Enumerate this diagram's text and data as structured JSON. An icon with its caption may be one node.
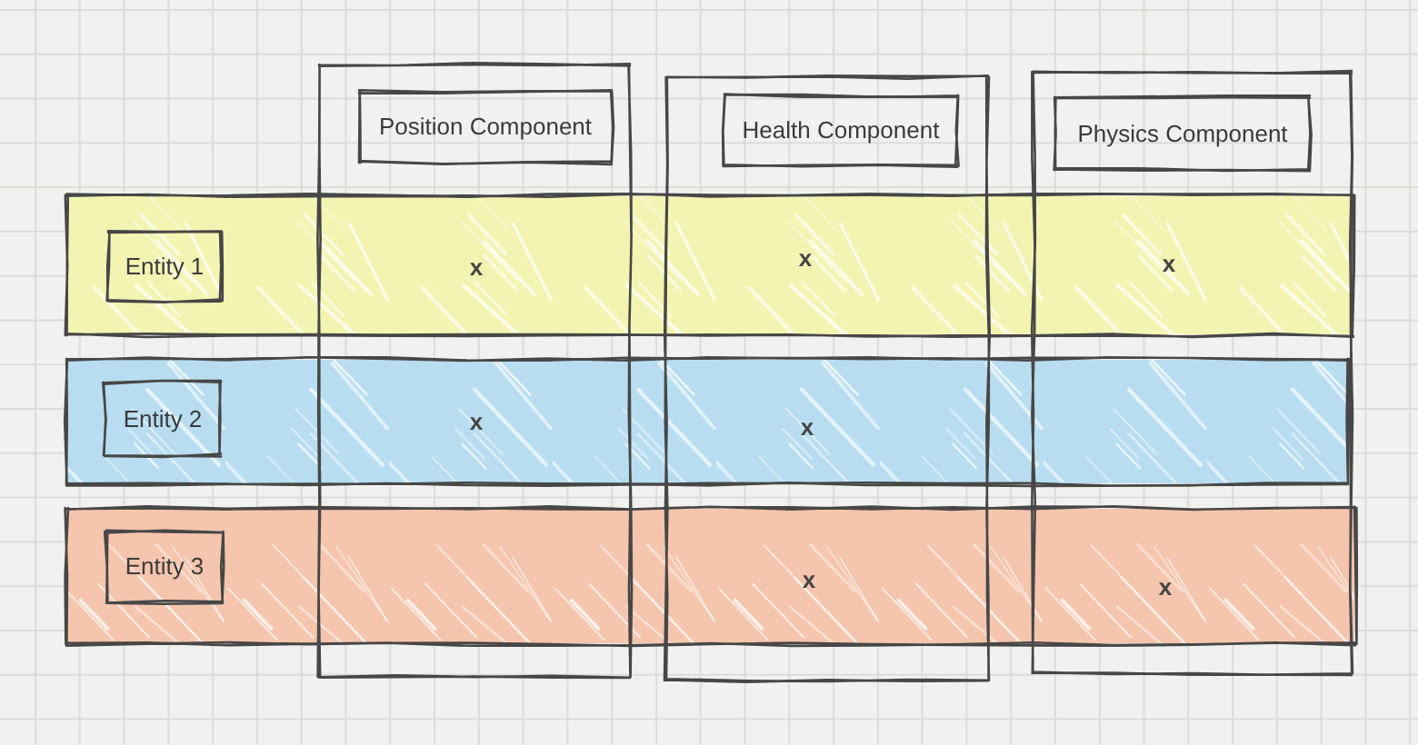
{
  "diagram": {
    "nodes": [
      {
        "text": [],
        "shape": "box"
      },
      {
        "text": [
          "Position Component"
        ],
        "in": 0
      },
      {
        "text": [],
        "shape": "box"
      },
      {
        "text": [
          "Health Component"
        ],
        "in": 2
      },
      {
        "text": [],
        "shape": "box"
      },
      {
        "text": [
          "Physics Component"
        ],
        "in": 4
      },
      {
        "text": [],
        "shape": "bar"
      },
      {
        "text": [
          "Entity 1"
        ],
        "in": 6
      },
      {
        "text": [],
        "shape": "bar"
      },
      {
        "text": [
          "Entity 2"
        ],
        "in": 8
      },
      {
        "text": [],
        "shape": "bar"
      },
      {
        "text": [
          "Entity 3"
        ],
        "in": 10
      }
    ],
    "labels": [
      "x",
      "x",
      "x",
      "x",
      "x",
      "x",
      "x"
    ]
  }
}
